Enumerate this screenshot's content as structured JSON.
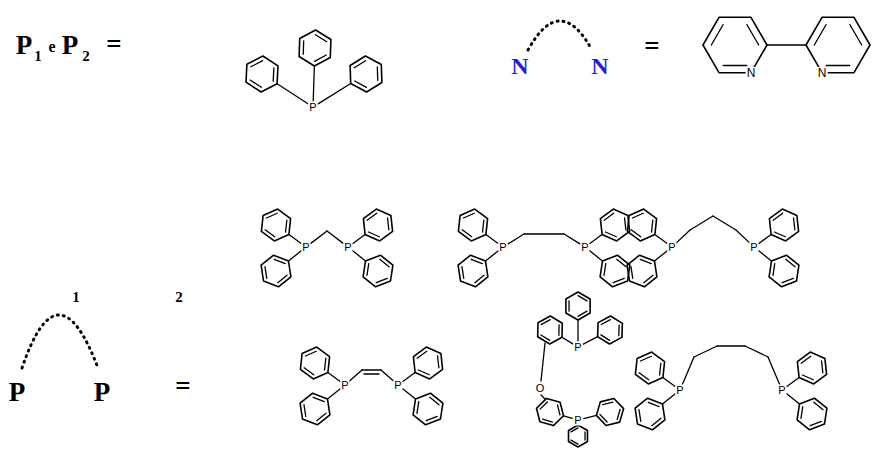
{
  "diagram": {
    "labels": [
      "P",
      "1",
      "e",
      "P",
      "2",
      "=",
      "N",
      "N",
      "=",
      "1",
      "2",
      "P",
      "P",
      "=",
      "P",
      "N",
      "N",
      "P",
      "P",
      "P",
      "P",
      "P",
      "P",
      "P",
      "P",
      "P",
      "O",
      "P",
      "P",
      "P"
    ]
  }
}
